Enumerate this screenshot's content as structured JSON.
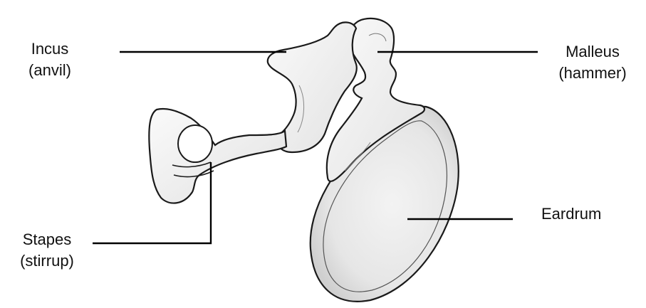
{
  "labels": {
    "incus": {
      "name": "Incus",
      "detail": "(anvil)"
    },
    "malleus": {
      "name": "Malleus",
      "detail": "(hammer)"
    },
    "eardrum": {
      "name": "Eardrum"
    },
    "stapes": {
      "name": "Stapes",
      "detail": "(stirrup)"
    }
  },
  "colors": {
    "outline": "#1a1a1a",
    "bone_fill": "#f4f4f4",
    "bone_shade": "#dcdcdc",
    "eardrum_fill": "#e9e9e9",
    "leader_line": "#000000"
  }
}
